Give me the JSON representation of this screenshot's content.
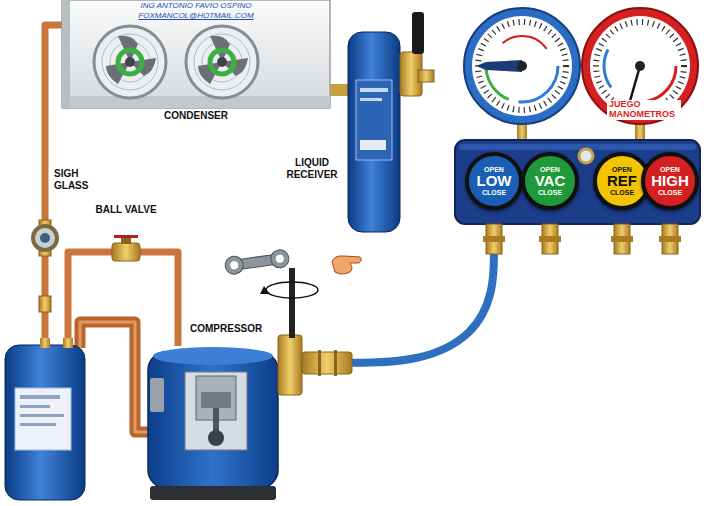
{
  "diagram": {
    "nodes": [
      {
        "text": [
          "ING ANTONIO FAVIO OSPINO",
          "FOXMANCOL@HOTMAIL.COM",
          "CONDENSER"
        ]
      },
      {
        "text": [
          "LIQUID RECEIVER"
        ]
      },
      {
        "text": [
          "JUEGO MANOMETROS"
        ]
      },
      {
        "text": [
          "OPEN",
          "LOW",
          "CLOSE"
        ],
        "in": 2
      },
      {
        "text": [
          "OPEN",
          "VAC",
          "CLOSE"
        ],
        "in": 2
      },
      {
        "text": [
          "OPEN",
          "REF",
          "CLOSE"
        ],
        "in": 2
      },
      {
        "text": [
          "OPEN",
          "HIGH",
          "CLOSE"
        ],
        "in": 2
      },
      {
        "text": [
          "SIGH GLASS"
        ]
      },
      {
        "text": [
          "BALL VALVE"
        ]
      },
      {
        "text": [
          "COMPRESSOR"
        ]
      }
    ],
    "edges": [
      {
        "from": 0,
        "to": 1,
        "arrow": "none"
      },
      {
        "from": 0,
        "to": 7,
        "arrow": "none"
      },
      {
        "from": 9,
        "to": 3,
        "arrow": "none"
      }
    ]
  }
}
